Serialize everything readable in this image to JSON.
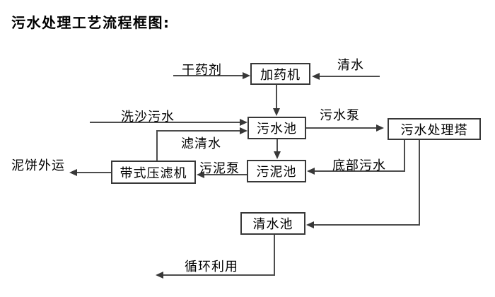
{
  "title": "污水处理工艺流程框图:",
  "nodes": {
    "dosing_machine": "加药机",
    "sewage_pool": "污水池",
    "treatment_tower": "污水处理塔",
    "sludge_pool": "污泥池",
    "belt_filter_press": "带式压滤机",
    "clean_water_pool": "清水池"
  },
  "edge_labels": {
    "dry_agent": "干药剂",
    "clean_water": "清水",
    "sand_washing_sewage": "洗沙污水",
    "sewage_pump": "污水泵",
    "filtered_water": "滤清水",
    "sludge_pump": "污泥泵",
    "bottom_sewage": "底部污水",
    "mud_cake_outbound": "泥饼外运",
    "recycling": "循环利用"
  },
  "colors": {
    "background": "#ffffff",
    "line": "#4c4c4c",
    "box_border": "#383838",
    "text": "#000000"
  }
}
